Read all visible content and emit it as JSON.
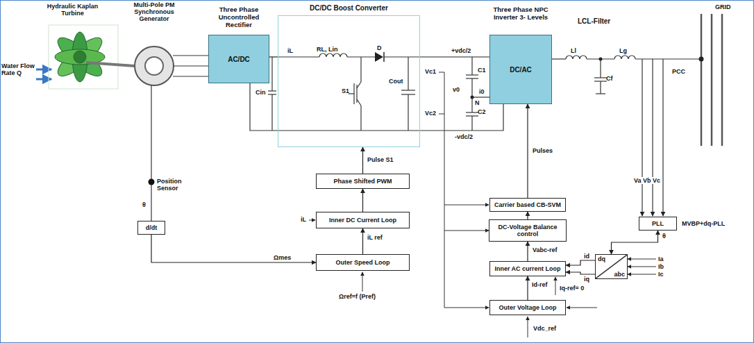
{
  "diagram": {
    "nodes": [
      {
        "text": [
          "Three Phase Uncontrolled Rectifier",
          "AC/DC"
        ]
      },
      {
        "text": [
          "DC/DC Boost Converter"
        ]
      },
      {
        "text": [
          "Three Phase NPC Inverter 3- Levels",
          "DC/AC"
        ]
      },
      {
        "text": [
          "Phase Shifted PWM"
        ]
      },
      {
        "text": [
          "Inner DC Current Loop"
        ]
      },
      {
        "text": [
          "Outer Speed Loop"
        ]
      },
      {
        "text": [
          "d/dt"
        ]
      },
      {
        "text": [
          "Carrier based CB-SVM"
        ]
      },
      {
        "text": [
          "DC-Voltage Balance control"
        ]
      },
      {
        "text": [
          "Inner AC current Loop"
        ]
      },
      {
        "text": [
          "Outer Voltage Loop"
        ]
      },
      {
        "text": [
          "PLL"
        ]
      },
      {
        "text": [
          "dq",
          "abc"
        ]
      }
    ],
    "edges": [
      {
        "from": 0,
        "to": 1,
        "arrow": "none"
      },
      {
        "from": 1,
        "to": 2,
        "arrow": "none"
      },
      {
        "from": 6,
        "to": 5,
        "label": "Ωmes",
        "arrow": "to"
      },
      {
        "from": 5,
        "to": 4,
        "label": "iL ref",
        "arrow": "to"
      },
      {
        "from": 4,
        "to": 3,
        "arrow": "to"
      },
      {
        "from": 3,
        "to": 1,
        "label": "Pulse S1",
        "arrow": "to"
      },
      {
        "from": 7,
        "to": 2,
        "label": "Pulses",
        "arrow": "to"
      },
      {
        "from": 8,
        "to": 7,
        "arrow": "to"
      },
      {
        "from": 9,
        "to": 8,
        "label": "Vabc-ref",
        "arrow": "to"
      },
      {
        "from": 10,
        "to": 9,
        "label": "Id-ref",
        "arrow": "to"
      },
      {
        "from": 11,
        "to": 12,
        "label": "θ",
        "arrow": "both"
      },
      {
        "from": 12,
        "to": 9,
        "label": "id",
        "arrow": "to"
      },
      {
        "from": 12,
        "to": 9,
        "label": "iq",
        "arrow": "to"
      }
    ],
    "labels": [
      "Water Flow Rate Q",
      "Hydraulic Kaplan Turbine",
      "Multi-Pole PM Synchronous Generator",
      "Position Sensor",
      "θ",
      "Cin",
      "iL",
      "RL, Lin",
      "D",
      "S1",
      "Cout",
      "+vdc/2",
      "Vc1",
      "C1",
      "v0",
      "N",
      "i0",
      "Vc2",
      "C2",
      "-vdc/2",
      "LCL-Filter",
      "Ll",
      "Lg",
      "Cf",
      "GRID",
      "PCC",
      "Va Vb Vc",
      "MVBP+dq-PLL",
      "Ia",
      "Ib",
      "Ic",
      "iL",
      "Ωref=f (Pref)",
      "Iq-ref= 0",
      "Vdc_ref"
    ]
  }
}
